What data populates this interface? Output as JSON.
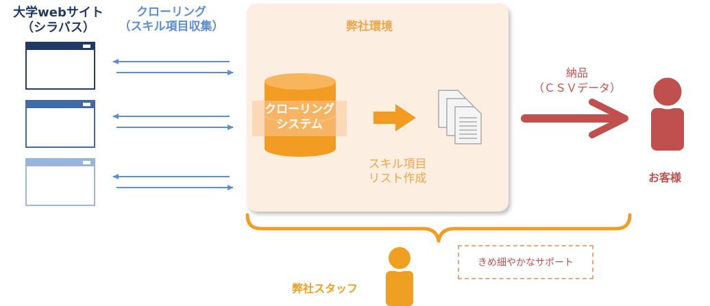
{
  "university": {
    "line1": "大学webサイト",
    "line2": "（シラバス）"
  },
  "crawling": {
    "line1": "クローリング",
    "line2": "（スキル項目収集）"
  },
  "environment": {
    "title": "弊社環境"
  },
  "system": {
    "line1": "クローリング",
    "line2": "システム"
  },
  "skill_list": {
    "line1": "スキル項目",
    "line2": "リスト作成"
  },
  "delivery": {
    "line1": "納品",
    "line2": "（ＣＳＶデータ）"
  },
  "customer": {
    "label": "お客様"
  },
  "staff": {
    "label": "弊社スタッフ"
  },
  "support": {
    "label": "きめ細やかなサポート"
  },
  "colors": {
    "navy": "#1f3a68",
    "blue": "#3e6aa8",
    "light_blue": "#9ab5dc",
    "arrow_blue": "#5b8dd6",
    "orange": "#f39c24",
    "red": "#c0504d",
    "env_bg": "#fdeee2",
    "staff_orange": "#f0a020"
  },
  "icons": [
    "browser-window-icon",
    "database-icon",
    "document-stack-icon",
    "person-icon"
  ]
}
